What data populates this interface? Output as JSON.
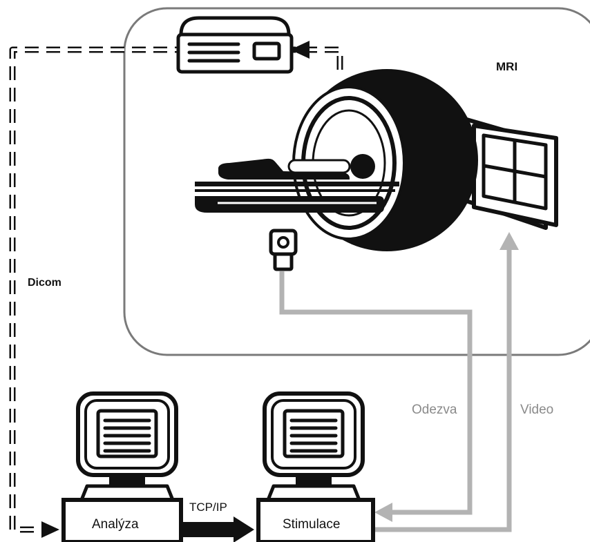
{
  "labels": {
    "mri": "MRI",
    "dicom": "Dicom",
    "odezva": "Odezva",
    "video": "Video",
    "tcpip": "TCP/IP",
    "analyza": "Analýza",
    "stimulace": "Stimulace"
  },
  "icons": {
    "scanner": "mri-scanner-icon",
    "patient": "patient-icon",
    "screen": "projection-screen-icon",
    "camera": "response-device-icon",
    "console": "scanner-console-icon",
    "computer_left": "computer-monitor-icon",
    "computer_right": "computer-monitor-icon"
  },
  "colors": {
    "outline": "#111111",
    "room_border": "#7a7a7a",
    "link_gray": "#b3b3b3",
    "text_gray": "#8a8a8a"
  }
}
